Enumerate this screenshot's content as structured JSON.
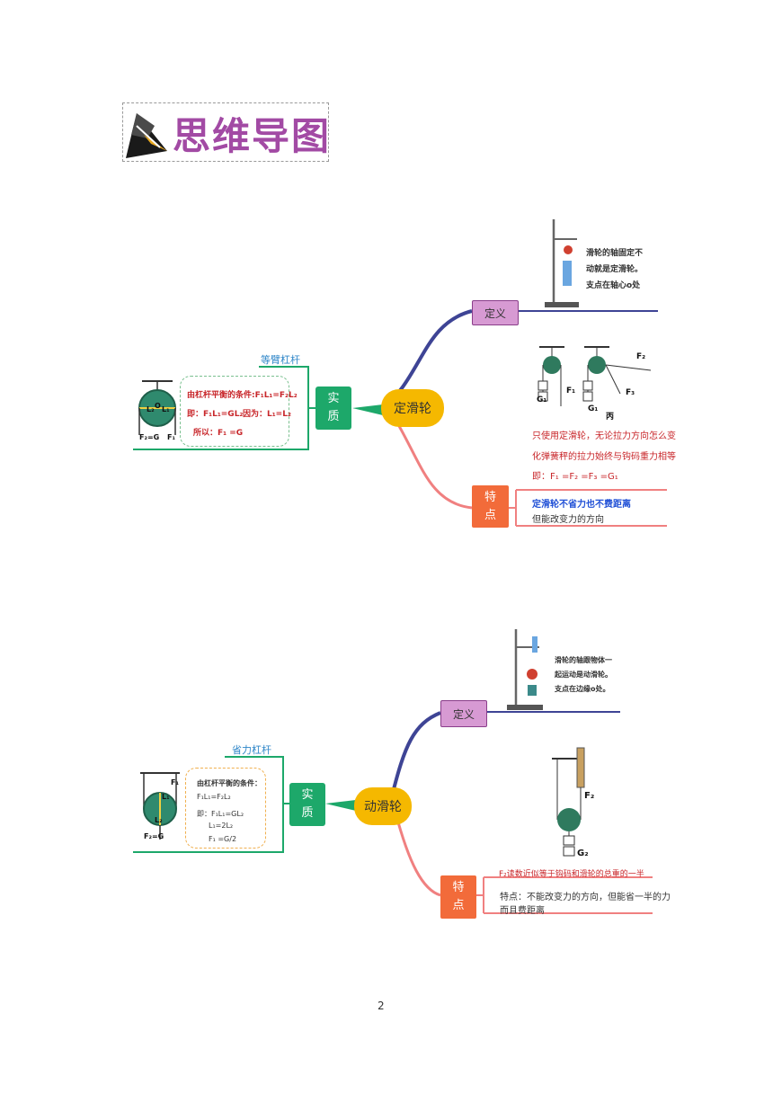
{
  "header": {
    "title": "思维导图",
    "logo_icon": "pen-nib-icon"
  },
  "map1": {
    "center": "定滑轮",
    "essence": "实质",
    "essence_lever": "等臂杠杆",
    "essence_lines": [
      "由杠杆平衡的条件:F₁L₁=F₂L₂",
      "即：F₁L₁=GL₂",
      "因为：L₁=L₂",
      "所以：F₁ =G"
    ],
    "figure_labels": {
      "l2": "L₂",
      "o": "O",
      "l1": "L₁",
      "f2g": "F₂=G",
      "f1": "F₁"
    },
    "definition": "定义",
    "definition_lines": [
      "滑轮的轴固定不",
      "动就是定滑轮。",
      "支点在轴心o处"
    ],
    "feature": "特点",
    "pulley_labels": {
      "g1a": "G₁",
      "f1": "F₁",
      "g1b": "G₁",
      "f3": "F₃",
      "f2": "F₂",
      "bing": "丙"
    },
    "feature_desc": [
      "只使用定滑轮，无论拉力方向怎么变",
      "化弹簧秤的拉力始终与钩码重力相等",
      "即：F₁ =F₂ =F₃ =G₁"
    ],
    "feature_lines": [
      "定滑轮不省力也不费距离",
      "但能改变力的方向"
    ]
  },
  "map2": {
    "center": "动滑轮",
    "essence": "实质",
    "essence_lever": "省力杠杆",
    "essence_lines": [
      "由杠杆平衡的条件：",
      "F₁L₁=F₂L₂",
      "即：F₁L₁=GL₂",
      "L₁=2L₂",
      "F₁ =G/2"
    ],
    "figure_labels": {
      "f1": "F₁",
      "l1": "L₁",
      "l2": "L₂",
      "f2g": "F₂=G"
    },
    "definition": "定义",
    "definition_lines": [
      "滑轮的轴跟物体一",
      "起运动是动滑轮。",
      "支点在边缘o处。"
    ],
    "feature": "特点",
    "pulley_labels": {
      "f2": "F₂",
      "g2": "G₂"
    },
    "feature_top": "F₂读数近似等于钩码和滑轮的总重的一半",
    "feature_lines": [
      "特点：不能改变力的方向，但能省一半的力",
      "而且费距离"
    ]
  },
  "page_number": "2"
}
